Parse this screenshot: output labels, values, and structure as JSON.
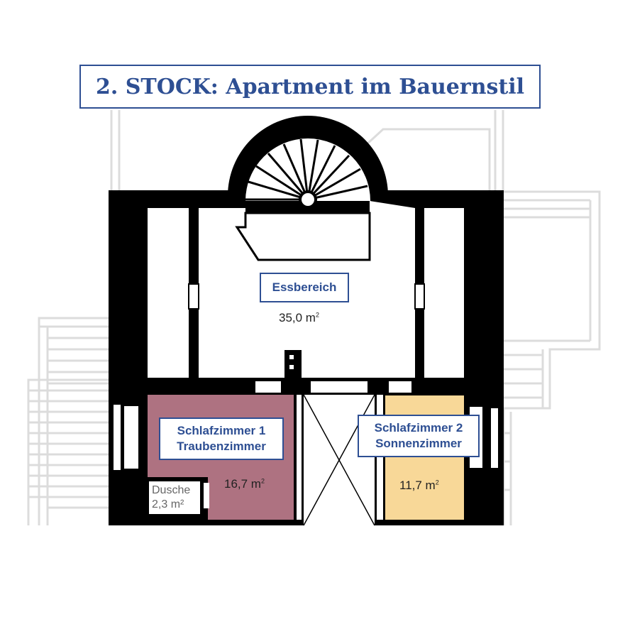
{
  "title": "2. STOCK: Apartment im Bauernstil",
  "rooms": {
    "essbereich": {
      "name": "Essbereich",
      "area": "35,0 m",
      "unit_sup": "2"
    },
    "schlafzimmer1": {
      "name_line1": "Schlafzimmer 1",
      "name_line2": "Traubenzimmer",
      "area": "16,7 m",
      "unit_sup": "2",
      "color": "#ae7281"
    },
    "schlafzimmer2": {
      "name_line1": "Schlafzimmer 2",
      "name_line2": "Sonnenzimmer",
      "area": "11,7 m",
      "unit_sup": "2",
      "color": "#f8d898"
    },
    "dusche": {
      "name": "Dusche",
      "area": "2,3 m²"
    }
  },
  "colors": {
    "accent": "#2e4f93",
    "wall": "#000000",
    "context_lines": "#dcdcdc"
  }
}
